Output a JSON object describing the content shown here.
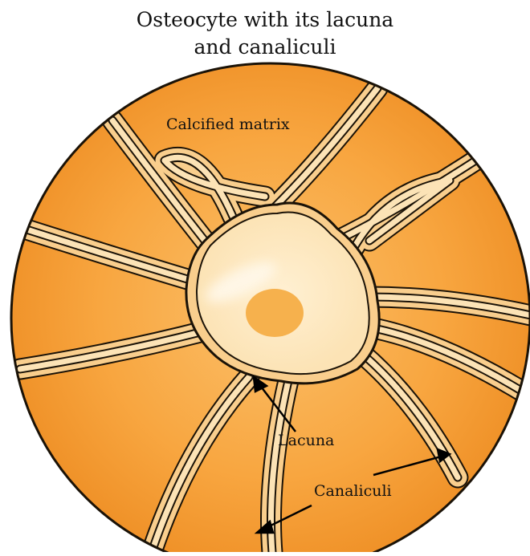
{
  "title": {
    "line1": "Osteocyte with its lacuna",
    "line2": "and canaliculi"
  },
  "labels": {
    "calcified_matrix": "Calcified matrix",
    "lacuna": "Lacuna",
    "canaliculi": "Canaliculi"
  },
  "colors": {
    "matrix": "#F7A33D",
    "matrix_edge": "#E88A23",
    "canal": "#F9CE8D",
    "cytoplasm": "#FCE3B6",
    "nucleus": "#F6B14D",
    "outline": "#1A1207"
  }
}
